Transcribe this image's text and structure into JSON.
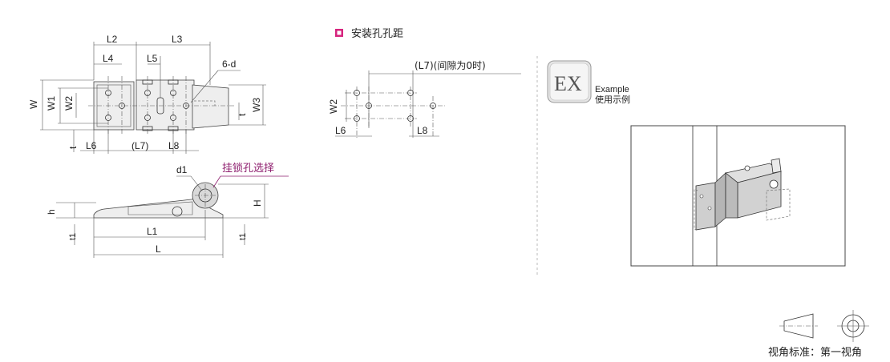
{
  "top_view": {
    "label_L2": "L2",
    "label_L3": "L3",
    "label_L4": "L4",
    "label_L5": "L5",
    "label_6d": "6-d",
    "label_W": "W",
    "label_W1": "W1",
    "label_W2": "W2",
    "label_W3": "W3",
    "label_t": "t",
    "label_t_left": "t",
    "label_L6": "L6",
    "label_L7": "(L7)",
    "label_L8": "L8"
  },
  "side_view": {
    "label_d1": "d1",
    "callout": "挂锁孔选择",
    "label_h": "h",
    "label_H": "H",
    "label_t1_left": "t1",
    "label_t1_right": "t1",
    "label_L1": "L1",
    "label_L": "L"
  },
  "hole_pitch": {
    "title": "安装孔孔距",
    "note": "(L7)(间隙为0时)",
    "label_W2": "W2",
    "label_L6": "L6",
    "label_L8": "L8"
  },
  "example": {
    "badge": "EX",
    "title_en": "Example",
    "title_cn": "使用示例"
  },
  "projection": {
    "label": "视角标准：第一视角"
  },
  "colors": {
    "accent_magenta": "#d6247e",
    "callout_purple": "#8e1e6e"
  }
}
